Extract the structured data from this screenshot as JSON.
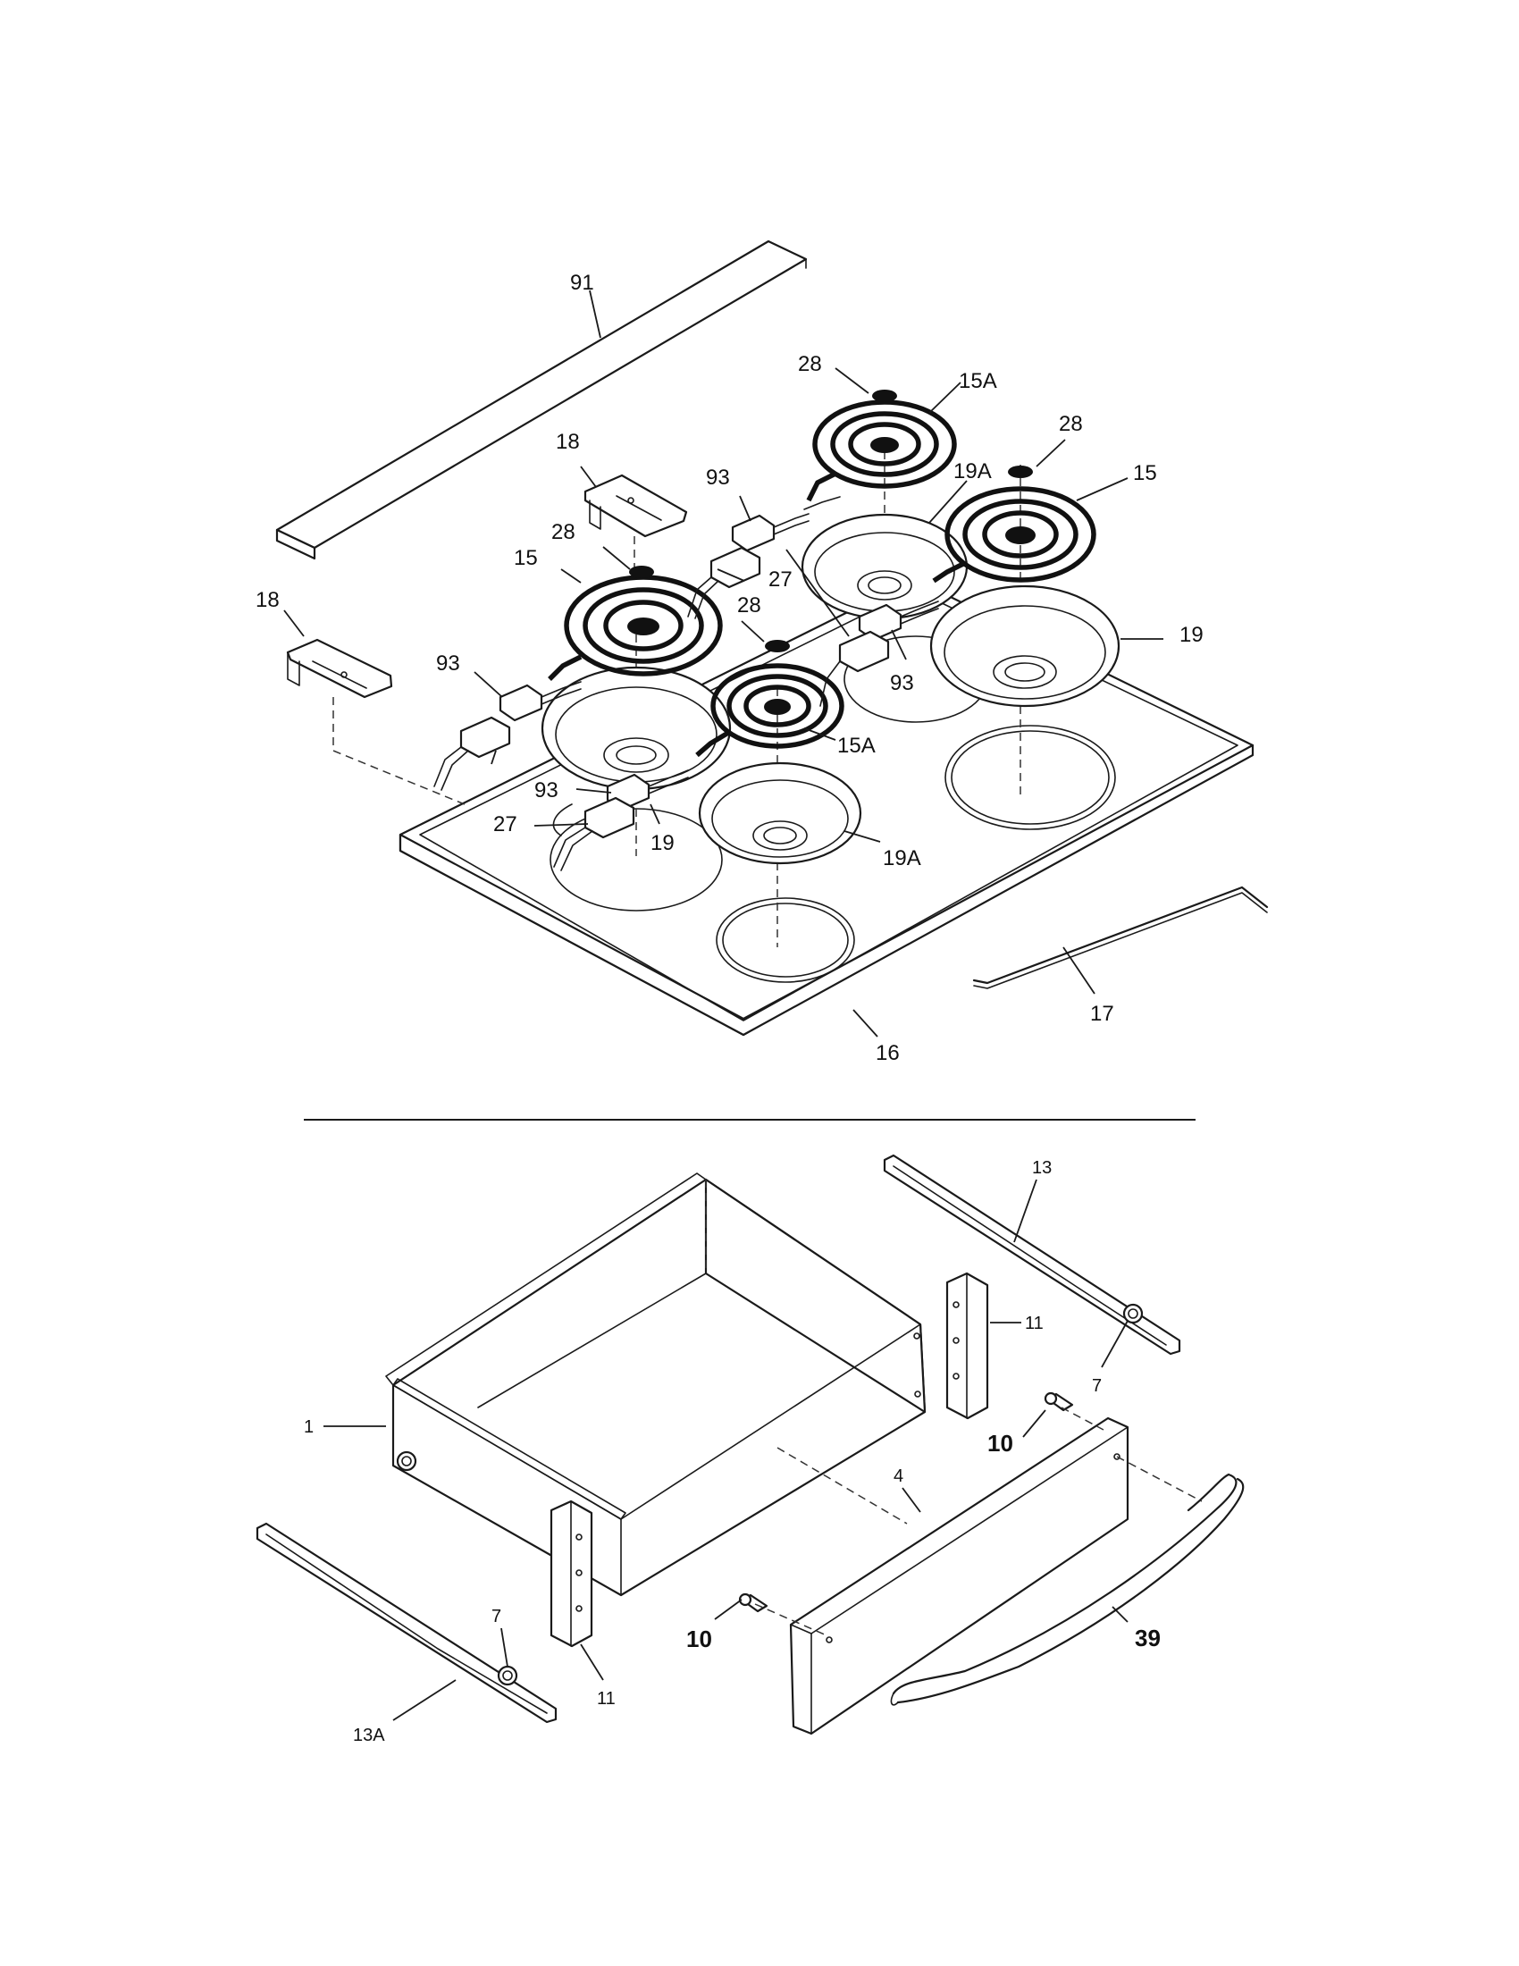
{
  "callouts": {
    "c91": "91",
    "c28_a": "28",
    "c15A_a": "15A",
    "c28_b": "28",
    "c15_a": "15",
    "c18_a": "18",
    "c93_a": "93",
    "c19A_a": "19A",
    "c28_c": "28",
    "c15_b": "15",
    "c27_a": "27",
    "c28_d": "28",
    "c18_b": "18",
    "c93_b": "93",
    "c19_a": "19",
    "c93_c": "93",
    "c15A_b": "15A",
    "c93_d": "93",
    "c27_b": "27",
    "c19_b": "19",
    "c19A_b": "19A",
    "c17": "17",
    "c16": "16",
    "c13": "13",
    "c11_a": "11",
    "c7_a": "7",
    "c1": "1",
    "c10_a": "10",
    "c4": "4",
    "c10_b": "10",
    "c39": "39",
    "c7_b": "7",
    "c11_b": "11",
    "c13A": "13A"
  }
}
